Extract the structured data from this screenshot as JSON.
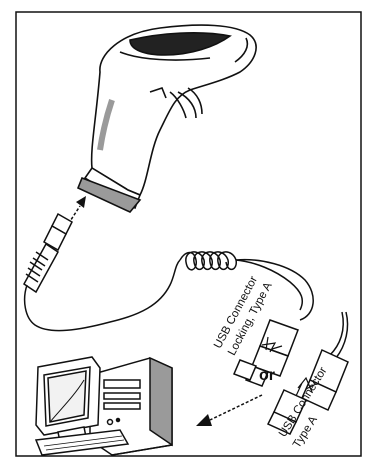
{
  "labels": {
    "locking_line1": "USB Connector",
    "locking_line2": "Locking, Type A",
    "or": "or",
    "typea_line1": "USB Connector",
    "typea_line2": "Type A"
  },
  "colors": {
    "line": "#111111",
    "background": "#ffffff",
    "shade": "#9a9a9a"
  },
  "icons": [
    "barcode-scanner-icon",
    "usb-connector-locking-icon",
    "usb-connector-type-a-icon",
    "desktop-computer-icon"
  ]
}
